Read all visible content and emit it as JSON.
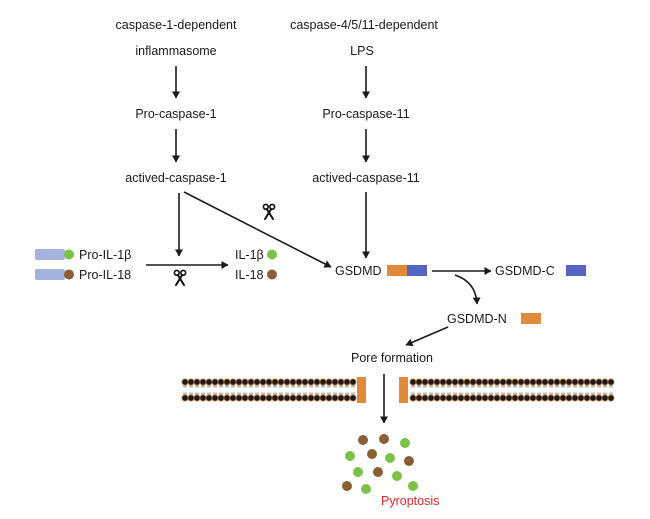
{
  "diagram": {
    "pathway_left": "caspase-1-dependent",
    "pathway_right": "caspase-4/5/11-dependent",
    "inflammasome": "inflammasome",
    "lps": "LPS",
    "pro_caspase_1": "Pro-caspase-1",
    "pro_caspase_11": "Pro-caspase-11",
    "actived_caspase_1": "actived-caspase-1",
    "actived_caspase_11": "actived-caspase-11",
    "pro_il_1b": "Pro-IL-1β",
    "pro_il_18": "Pro-IL-18",
    "il_1b": "IL-1β",
    "il_18": "IL-18",
    "gsdmd": "GSDMD",
    "gsdmd_c": "GSDMD-C",
    "gsdmd_n": "GSDMD-N",
    "pore_formation": "Pore formation",
    "pyroptosis": "Pyroptosis"
  },
  "colors": {
    "pro_domain": "#a4b2e0",
    "il_1b_dot": "#7cc245",
    "il_18_dot": "#8b5e34",
    "gsdmd_n_domain": "#e08a3c",
    "gsdmd_c_domain": "#5563c1",
    "pyroptosis_text": "#e3262a",
    "membrane_head": "#1a1a1a",
    "membrane_glow": "#c87a3a"
  },
  "icons": {
    "cleavage": "scissors-icon"
  }
}
